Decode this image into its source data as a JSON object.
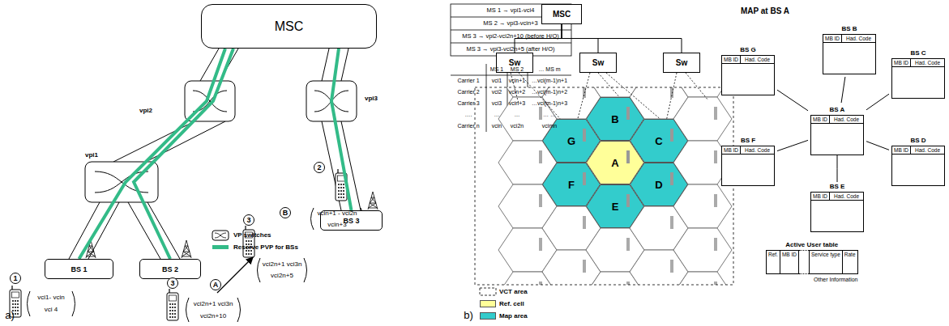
{
  "diagram": {
    "nodes": [
      {
        "text": [
          "MSC"
        ]
      },
      {
        "text": [
          "BS 1"
        ]
      },
      {
        "text": [
          "BS 2"
        ]
      },
      {
        "text": [
          "BS 3"
        ]
      },
      {
        "text": [
          "MSC"
        ]
      },
      {
        "text": [
          "Sw"
        ]
      },
      {
        "text": [
          "Sw"
        ]
      },
      {
        "text": [
          "Sw"
        ]
      },
      {
        "text": [
          "B"
        ]
      },
      {
        "text": [
          "G"
        ]
      },
      {
        "text": [
          "C"
        ]
      },
      {
        "text": [
          "A"
        ]
      },
      {
        "text": [
          "F"
        ]
      },
      {
        "text": [
          "D"
        ]
      },
      {
        "text": [
          "E"
        ]
      },
      {
        "text": [
          "BS B",
          "MB ID",
          "Had. Code"
        ]
      },
      {
        "text": [
          "BS G",
          "MB ID",
          "Had. Code"
        ]
      },
      {
        "text": [
          "BS C",
          "MB ID",
          "Had. Code"
        ]
      },
      {
        "text": [
          "BS A",
          "MB ID",
          "Had. Code"
        ]
      },
      {
        "text": [
          "BS F",
          "MB ID",
          "Had. Code"
        ]
      },
      {
        "text": [
          "BS D",
          "MB ID",
          "Had. Code"
        ]
      },
      {
        "text": [
          "BS E",
          "MB ID",
          "Had. Code"
        ]
      },
      {
        "text": [
          "Active User table",
          "Ref.",
          "MB ID",
          "Service type",
          "Rate",
          "Other Information"
        ]
      }
    ],
    "edges": [
      {
        "from": 0,
        "to": 1,
        "arrow": "none"
      },
      {
        "from": 0,
        "to": 2,
        "arrow": "none"
      },
      {
        "from": 0,
        "to": 3,
        "arrow": "none"
      },
      {
        "from": 4,
        "to": 5,
        "arrow": "none"
      },
      {
        "from": 4,
        "to": 6,
        "arrow": "none"
      },
      {
        "from": 4,
        "to": 7,
        "arrow": "none"
      },
      {
        "from": 18,
        "to": 15,
        "arrow": "none"
      },
      {
        "from": 18,
        "to": 16,
        "arrow": "none"
      },
      {
        "from": 18,
        "to": 17,
        "arrow": "none"
      },
      {
        "from": 18,
        "to": 19,
        "arrow": "none"
      },
      {
        "from": 18,
        "to": 20,
        "arrow": "none"
      },
      {
        "from": 18,
        "to": 21,
        "arrow": "none"
      }
    ],
    "labels": [
      "a)",
      "b)",
      "MS 1 → vpi1-vci4",
      "MS 2 → vpi3-vcin+3",
      "MS 3 → vpi2-vci2n+10 (before H/O)",
      "MS 3 → vpi3-vci2n+5 (after H/O)",
      "MS 1",
      "MS 2",
      "… MS m",
      "Carrier 1",
      "vci1",
      "vcin+1",
      "…vci(m-1)n+1",
      "Carrier 2",
      "vci2",
      "vcin+2",
      "…vci(m-1)n+2",
      "Carrier 3",
      "vci3",
      "vcin+3",
      "…vci(m-1)n+3",
      "….",
      "…",
      "…",
      "… …",
      "Carrier n",
      "vcin",
      "vci2n",
      "vcimn",
      "vpi1",
      "vpi2",
      "vpi3",
      "1",
      "vci1- vcin",
      "vci 4",
      "3",
      "A",
      "vci2n+1 vci3n",
      "vci2n+10",
      "3",
      "B",
      "vci2n+1 vci3n",
      "vci2n+5",
      "2",
      "vcin+1 - vci2n",
      "vcin+3",
      "MAP at BS A"
    ],
    "legend": [
      {
        "text": "VP switches"
      },
      {
        "text": "Reserve PVP for BSs",
        "color": "#33bb88"
      },
      {
        "text": "VCT area"
      },
      {
        "text": "Ref. cell",
        "color": "#ffff99"
      },
      {
        "text": "Map area",
        "color": "#33cccc"
      }
    ]
  }
}
